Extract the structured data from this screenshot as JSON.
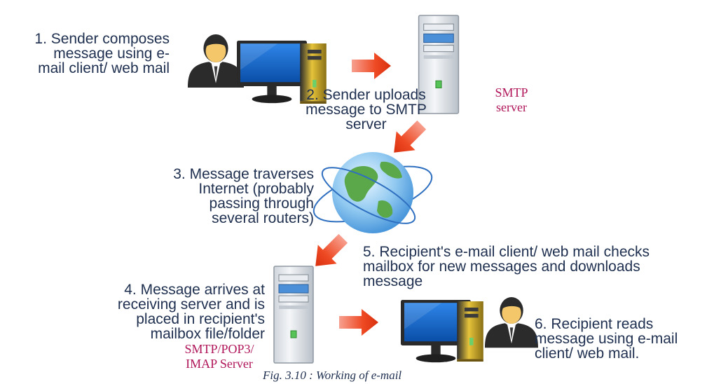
{
  "steps": {
    "s1": "1. Sender composes\nmessage using e-\nmail client/ web mail",
    "s2": "2. Sender uploads\nmessage to SMTP\nserver",
    "s3": "3. Message traverses\nInternet (probably\npassing through\nseveral routers)",
    "s4": "4.  Message arrives at\nreceiving server and is\nplaced in recipient's\nmailbox file/folder",
    "s5": "5. Recipient's e-mail client/ web mail checks\nmailbox for new messages and downloads\nmessage",
    "s6": "6. Recipient reads\nmessage using e-mail\nclient/ web mail."
  },
  "servers": {
    "smtp_top": "SMTP\nserver",
    "smtp_bottom": "SMTP/POP3/\nIMAP Server"
  },
  "caption": "Fig. 3.10 : Working of e-mail",
  "colors": {
    "arrow": "#ee4a24",
    "label_text": "#1e2f4f",
    "server_label": "#b0155a",
    "monitor_screen": "#1565c8",
    "tower": "#d9b52b"
  },
  "icons": [
    "person-icon",
    "monitor-icon",
    "cpu-tower-icon",
    "server-icon",
    "globe-icon",
    "arrow-icon"
  ]
}
